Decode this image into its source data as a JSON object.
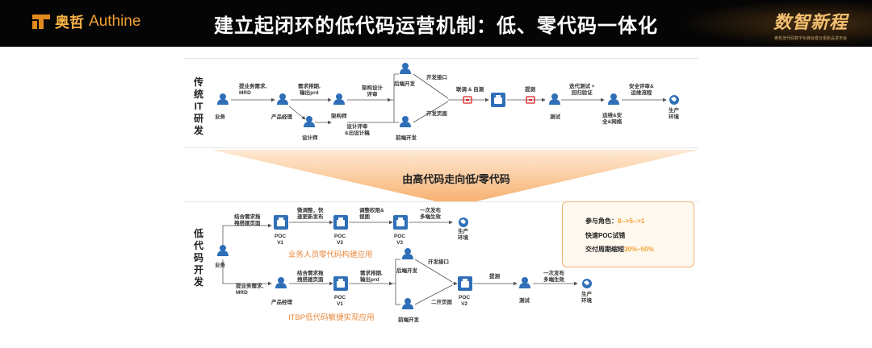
{
  "header": {
    "brand_cn": "奥哲",
    "brand_en": "Authine",
    "title": "建立起闭环的低代码运营机制：低、零代码一体化",
    "event_title": "数智新程",
    "event_sub": "奥哲低代码数字化峰会暨云枢新品发布会"
  },
  "top": {
    "side_label": [
      "传",
      "统",
      "IT",
      "研",
      "发"
    ],
    "labels": {
      "biz": "业务",
      "req": "提业务需求,\nMRD",
      "pm": "产品经理",
      "sort": "需求排期,\n输出prd",
      "designer": "设计师",
      "architect": "架构师",
      "arch_review": "架构设计\n评审",
      "design_review": "设计评审\n&出设计稿",
      "backend": "后端开发",
      "frontend": "前端开发",
      "api": "开发接口",
      "page": "开发页面",
      "integrate": "联调 & 自测",
      "submit": "提测",
      "qa": "测试",
      "iterate": "迭代测试 +\n回归验证",
      "ops": "运维&安\n全&网络",
      "sec": "安全评审&\n运维流程",
      "prod": "生产\n环境"
    }
  },
  "transition": {
    "label": "由高代码走向低/零代码"
  },
  "bottom": {
    "side_label": [
      "低",
      "代",
      "码",
      "开",
      "发"
    ],
    "labels": {
      "biz": "业务",
      "build1": "结合需求拖\n拽搭建页面",
      "poc1": "POC\nV1",
      "tweak": "微调整，快\n速更新发布",
      "poc2": "POC\nV2",
      "perm": "调整权限&\n视图",
      "poc3": "POC\nV3",
      "release": "一次发布\n多端生效",
      "prod": "生产\n环境",
      "zero_caption": "业务人员零代码构建应用",
      "req": "提业务需求,\nMRD",
      "pm": "产品经理",
      "build2": "结合需求拖\n拽搭建页面",
      "poc_b1": "POC\nV1",
      "sort": "需求排期,\n输出prd",
      "backend": "后端开发",
      "frontend": "前端开发",
      "api": "开发接口",
      "page": "二开页面",
      "poc_b2": "POC\nV2",
      "submit": "提测",
      "qa": "测试",
      "release2": "一次发布\n多端生效",
      "prod2": "生产\n环境",
      "low_caption": "ITBP低代码敏捷实现应用"
    }
  },
  "info": {
    "roles_label": "参与角色：",
    "roles_value": "8-->5-->1",
    "poc": "快速POC试错",
    "cycle_label": "交付周期缩短",
    "cycle_value": "30%~50%"
  },
  "colors": {
    "accent": "#f0a030",
    "node": "#2f6fb8",
    "orange": "#e8873a"
  }
}
